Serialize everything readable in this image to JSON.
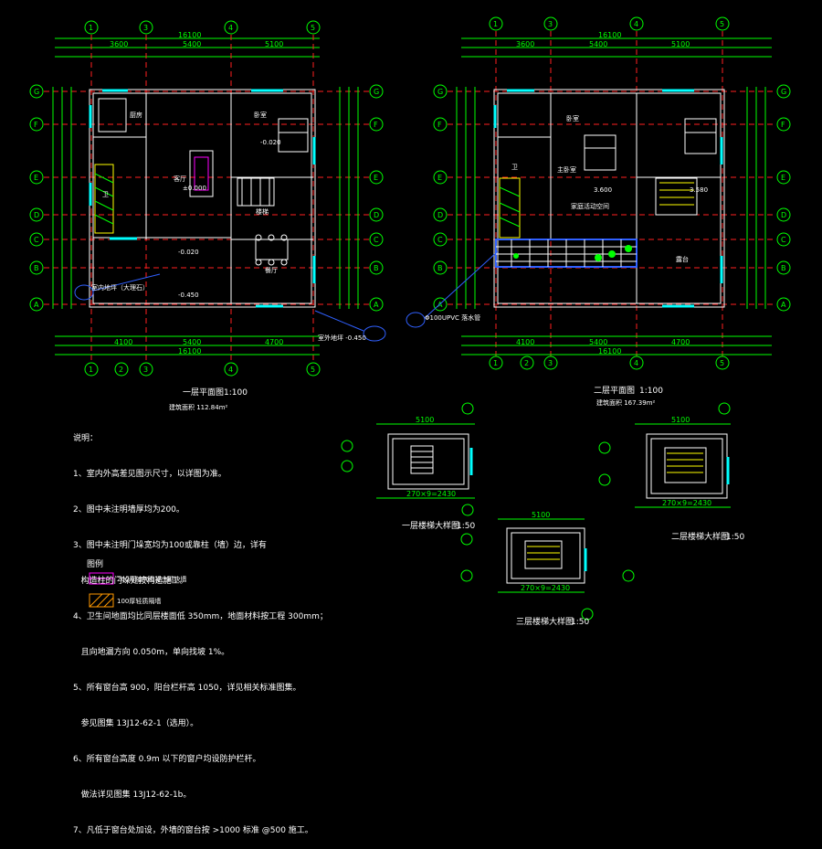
{
  "drawing": {
    "plan1": {
      "title": "一层平面图",
      "scale": "1:100",
      "area": "建筑面积 112.84m²",
      "grid_top": [
        "1",
        "3",
        "4",
        "5"
      ],
      "grid_bottom": [
        "1",
        "2",
        "3",
        "4",
        "5"
      ],
      "grid_side": [
        "G",
        "F",
        "E",
        "D",
        "C",
        "B",
        "A"
      ],
      "dim_total": "16100",
      "dim_top_sub": [
        "3600",
        "5400",
        "5100"
      ],
      "dim_bottom_sub": [
        "4100",
        "5400",
        "4700"
      ],
      "rooms": [
        {
          "name": "厨房"
        },
        {
          "name": "客厅"
        },
        {
          "name": "卧室"
        },
        {
          "name": "卫"
        },
        {
          "name": "餐厅"
        },
        {
          "name": "楼梯"
        }
      ],
      "levels": [
        "±0.000",
        "-0.450",
        "-0.020",
        "-0.020"
      ],
      "callout_a": "室内地坪（大理石）",
      "callout_b": "室外地坪 -0.450"
    },
    "plan2": {
      "title": "二层平面图",
      "scale": "1:100",
      "area": "建筑面积 167.39m²",
      "grid_top": [
        "1",
        "3",
        "4",
        "5"
      ],
      "grid_bottom": [
        "1",
        "2",
        "3",
        "4",
        "5"
      ],
      "grid_side": [
        "G",
        "F",
        "E",
        "D",
        "C",
        "B",
        "A"
      ],
      "dim_total": "16100",
      "dim_top_sub": [
        "3600",
        "5400",
        "5100"
      ],
      "dim_bottom_sub": [
        "4100",
        "5400",
        "4700"
      ],
      "rooms": [
        {
          "name": "卧室"
        },
        {
          "name": "主卧室"
        },
        {
          "name": "卫"
        },
        {
          "name": "家庭活动空间"
        },
        {
          "name": "露台"
        }
      ],
      "levels": [
        "3.600",
        "3.580"
      ],
      "callout": "Φ100UPVC 落水管"
    },
    "stair1": {
      "title": "一层楼梯大样图",
      "scale": "1:50",
      "dim": "5100",
      "treads": "270×9=2430"
    },
    "stair2": {
      "title": "二层楼梯大样图",
      "scale": "1:50",
      "dim": "5100",
      "treads": "270×9=2430"
    },
    "stair3": {
      "title": "三层楼梯大样图",
      "scale": "1:50",
      "dim": "5100",
      "treads": "270×9=2430"
    },
    "notes": {
      "heading": "说明：",
      "items": [
        "1、室内外高差见图示尺寸，以详图为准。",
        "2、图中未注明墙厚均为200。",
        "3、图中未注明门垛宽均为100或靠柱（墙）边，详有",
        "   构造柱的门垛处按构造施工。",
        "4、卫生间地面均比同层楼面低 350mm，地面材料按工程 300mm；",
        "   且向地漏方向 0.050m，单向找坡 1%。",
        "5、所有窗台高 900，阳台栏杆高 1050，详见相关标准图集。",
        "   参见图集 13J12-62-1（选用）。",
        "6、所有窗台高度 0.9m 以下的窗户均设防护栏杆。",
        "   做法详见图集 13J12-62-1b。",
        "7、凡低于窗台处加设，外墙的窗台按 >1000 标准 @500 施工。"
      ]
    },
    "legend": {
      "heading": "图例",
      "items": [
        "200厚加气混凝土砌块墙",
        "100厚轻质隔墙"
      ]
    }
  }
}
